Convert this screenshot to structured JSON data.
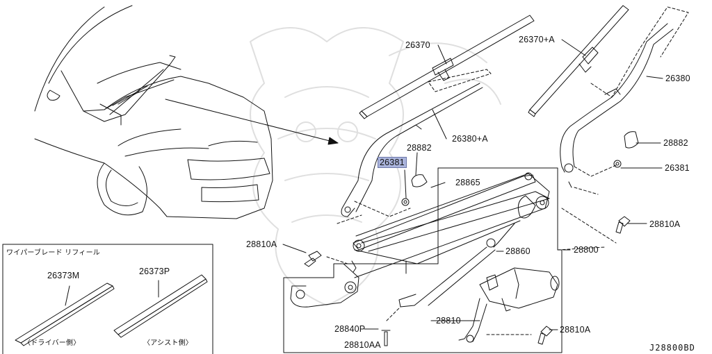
{
  "diagram": {
    "drawing_code": "J28800BD",
    "inset": {
      "title": "ワイパーブレード リフィール",
      "left_part": "26373M",
      "left_caption": "〈ドライバー側〉",
      "right_part": "26373P",
      "right_caption": "〈アシスト側〉"
    },
    "callouts": {
      "p26370": "26370",
      "p26370a": "26370+A",
      "p26380": "26380",
      "p26380a": "26380+A",
      "p28882_left": "28882",
      "p26381_left": "26381",
      "p28882_right": "28882",
      "p26381_right": "26381",
      "p28865": "28865",
      "p28810a_left": "28810A",
      "p28810a_right": "28810A",
      "p28810a_bottom": "28810A",
      "p28860": "28860",
      "p28800": "28800",
      "p28840p": "28840P",
      "p28810": "28810",
      "p28810aa": "28810AA"
    },
    "selected_part": "26381"
  }
}
